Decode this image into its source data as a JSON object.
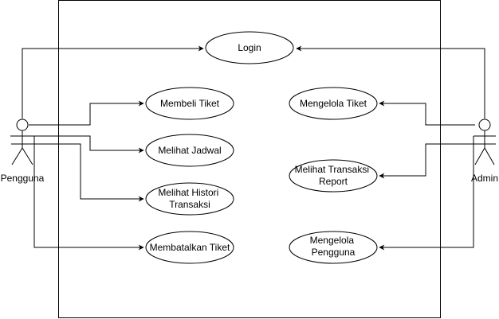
{
  "actors": {
    "pengguna": {
      "label": "Pengguna"
    },
    "admin": {
      "label": "Admin"
    }
  },
  "use_cases": {
    "login": {
      "lines": [
        "Login"
      ]
    },
    "membeli_tiket": {
      "lines": [
        "Membeli Tiket"
      ]
    },
    "melihat_jadwal": {
      "lines": [
        "Melihat Jadwal"
      ]
    },
    "melihat_histori_transaksi": {
      "lines": [
        "Melihat Histori",
        "Transaksi"
      ]
    },
    "membatalkan_tiket": {
      "lines": [
        "Membatalkan Tiket"
      ]
    },
    "mengelola_tiket": {
      "lines": [
        "Mengelola Tiket"
      ]
    },
    "melihat_transaksi_report": {
      "lines": [
        "Melihat Transaksi",
        "Report"
      ]
    },
    "mengelola_pengguna": {
      "lines": [
        "Mengelola",
        "Pengguna"
      ]
    }
  },
  "colors": {
    "stroke": "#000000",
    "fill": "#ffffff",
    "background": "#ffffff"
  }
}
